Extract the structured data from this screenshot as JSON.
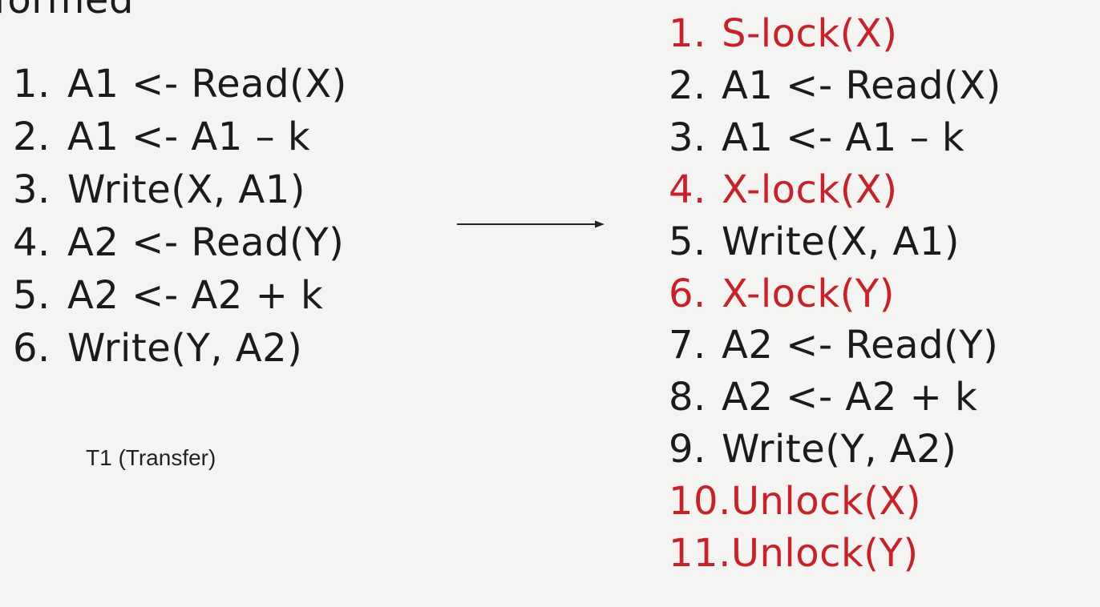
{
  "heading_fragment": "formed",
  "left_list": [
    {
      "num": "1.",
      "text": "A1 <- Read(X)"
    },
    {
      "num": "2.",
      "text": "A1 <- A1 – k"
    },
    {
      "num": "3.",
      "text": "Write(X, A1)"
    },
    {
      "num": "4.",
      "text": "A2 <- Read(Y)"
    },
    {
      "num": "5.",
      "text": "A2 <- A2 + k"
    },
    {
      "num": "6.",
      "text": "Write(Y, A2)"
    }
  ],
  "caption": "T1 (Transfer)",
  "right_list": [
    {
      "num": "1.",
      "text": "S-lock(X)"
    },
    {
      "num": "2.",
      "text": "A1 <- Read(X)"
    },
    {
      "num": "3.",
      "text": "A1 <- A1 – k"
    },
    {
      "num": "4.",
      "text": "X-lock(X)"
    },
    {
      "num": "5.",
      "text": "Write(X, A1)"
    },
    {
      "num": "6.",
      "text": "X-lock(Y)"
    },
    {
      "num": "7.",
      "text": "A2 <- Read(Y)"
    },
    {
      "num": "8.",
      "text": "A2 <- A2 + k"
    },
    {
      "num": "9.",
      "text": "Write(Y, A2)"
    },
    {
      "num": "10.",
      "text": "Unlock(X)"
    },
    {
      "num": "11.",
      "text": "Unlock(Y)"
    }
  ],
  "colors": {
    "background": "#f4f4f2",
    "text": "#1b1b1b",
    "lock_highlight": "#cc1f28",
    "arrow": "#222222"
  }
}
